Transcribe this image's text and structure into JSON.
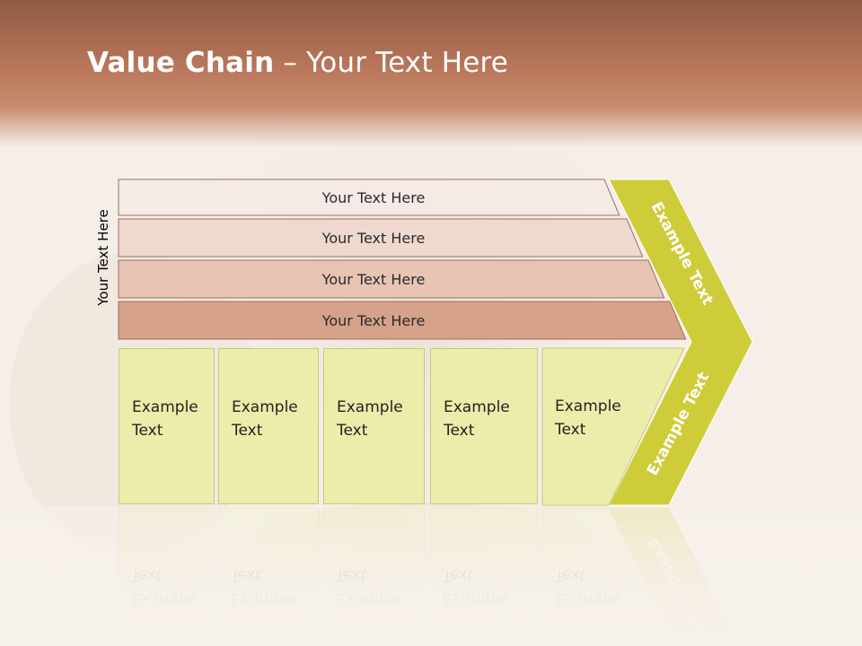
{
  "title": {
    "bold": "Value Chain",
    "rest": " – Your Text Here"
  },
  "side_label": "Your Text Here",
  "bars": [
    {
      "label": "Your Text Here",
      "color": "#f5ebe6"
    },
    {
      "label": "Your Text Here",
      "color": "#efd9cf"
    },
    {
      "label": "Your Text Here",
      "color": "#e7c4b4"
    },
    {
      "label": "Your Text Here",
      "color": "#d6a289"
    }
  ],
  "boxes": [
    {
      "line1": "Example",
      "line2": "Text"
    },
    {
      "line1": "Example",
      "line2": "Text"
    },
    {
      "line1": "Example",
      "line2": "Text"
    },
    {
      "line1": "Example",
      "line2": "Text"
    },
    {
      "line1": "Example",
      "line2": "Text"
    }
  ],
  "arrow": {
    "upper_label": "Example Text",
    "lower_label": "Example Text",
    "color": "#cfcc3a",
    "box_color": "#ecedaa"
  },
  "colors": {
    "header": "#b8765a",
    "title_text": "#ffffff"
  }
}
